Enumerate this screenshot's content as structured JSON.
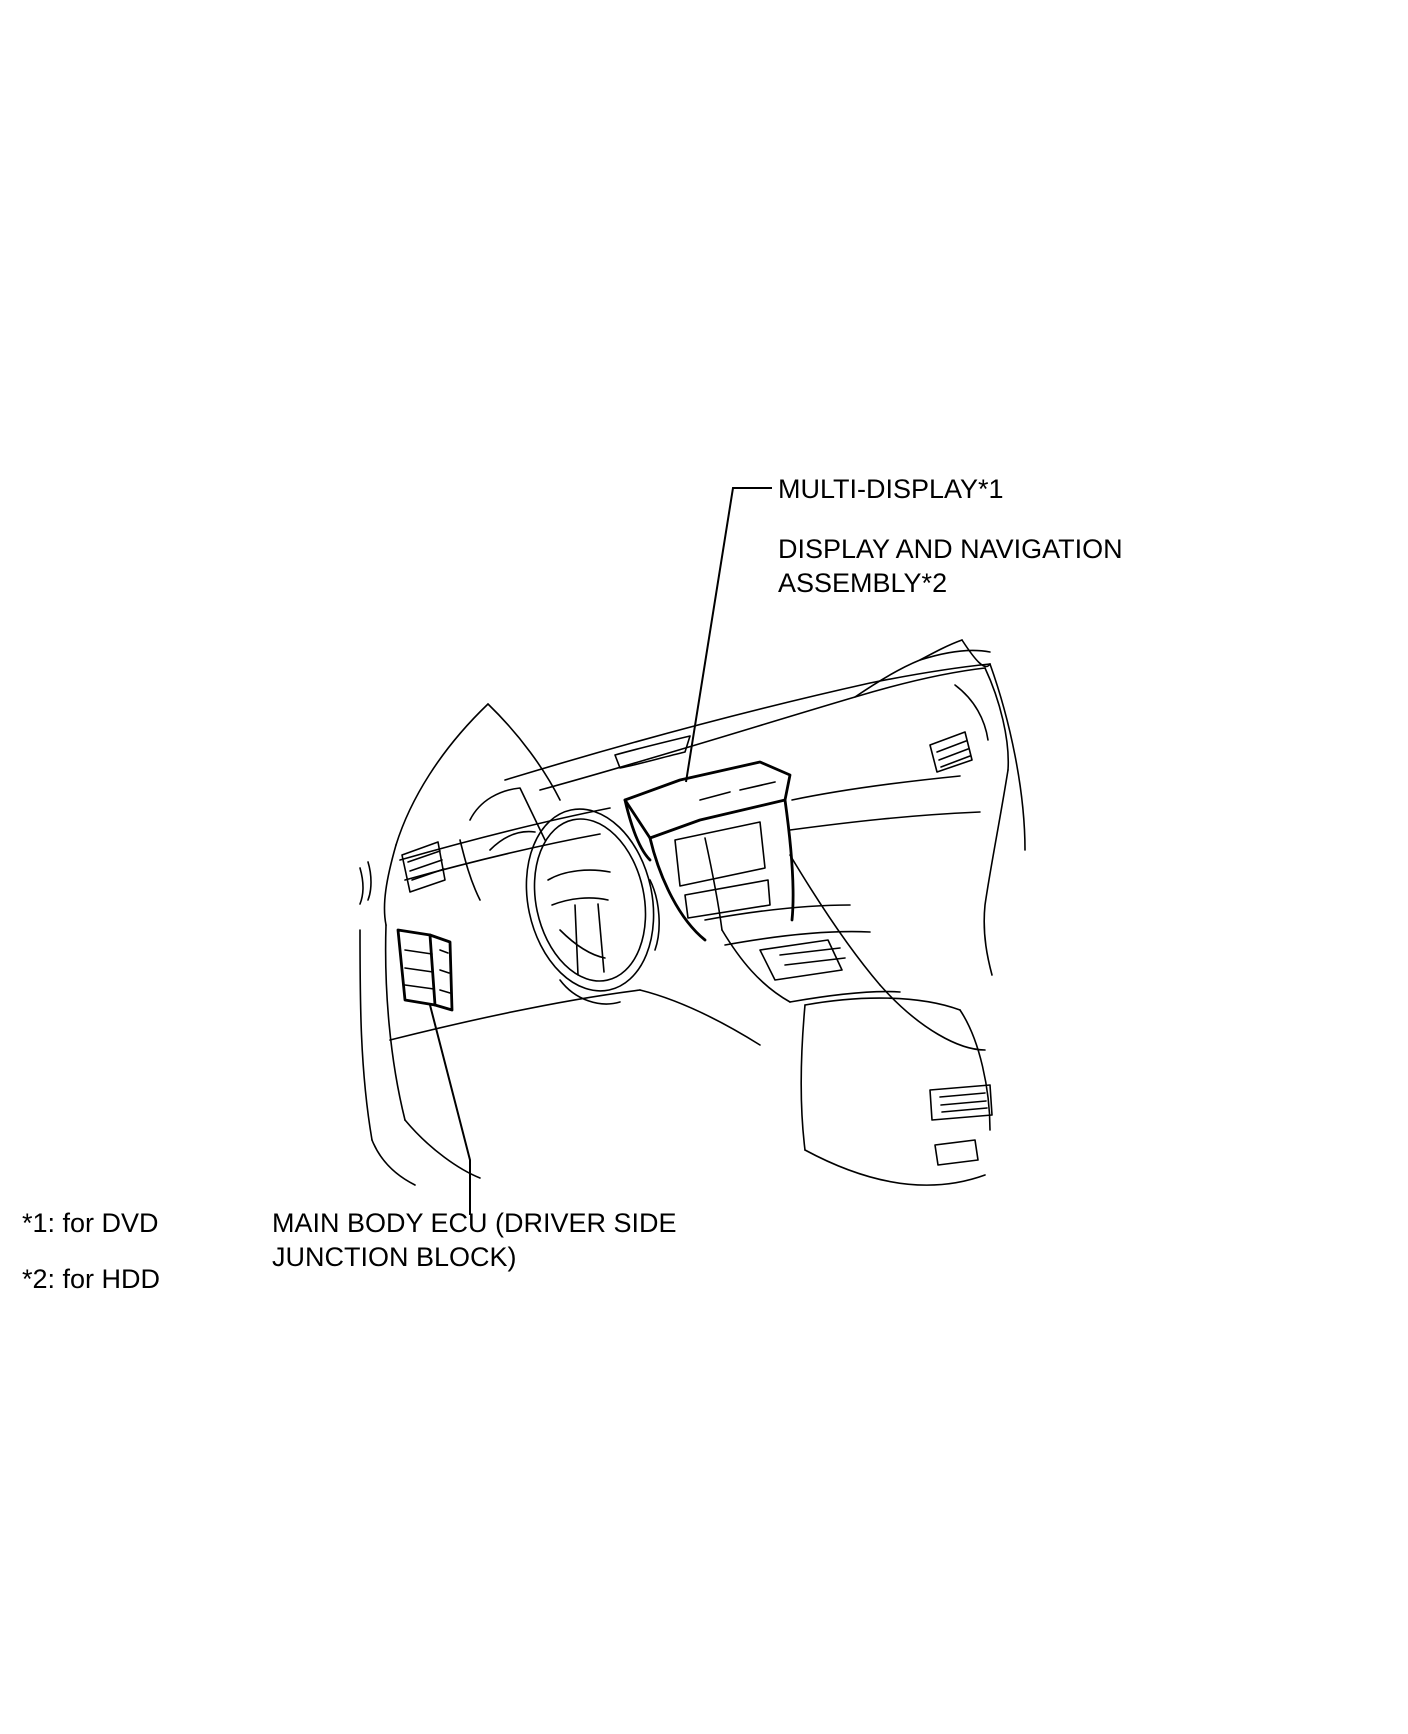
{
  "callouts": {
    "multi_display": "MULTI-DISPLAY*1",
    "display_nav_line1": "DISPLAY AND NAVIGATION",
    "display_nav_line2": "ASSEMBLY*2",
    "main_body_ecu_line1": "MAIN BODY ECU (DRIVER SIDE",
    "main_body_ecu_line2": "JUNCTION BLOCK)"
  },
  "footnotes": [
    "*1: for DVD",
    "*2: for HDD"
  ]
}
